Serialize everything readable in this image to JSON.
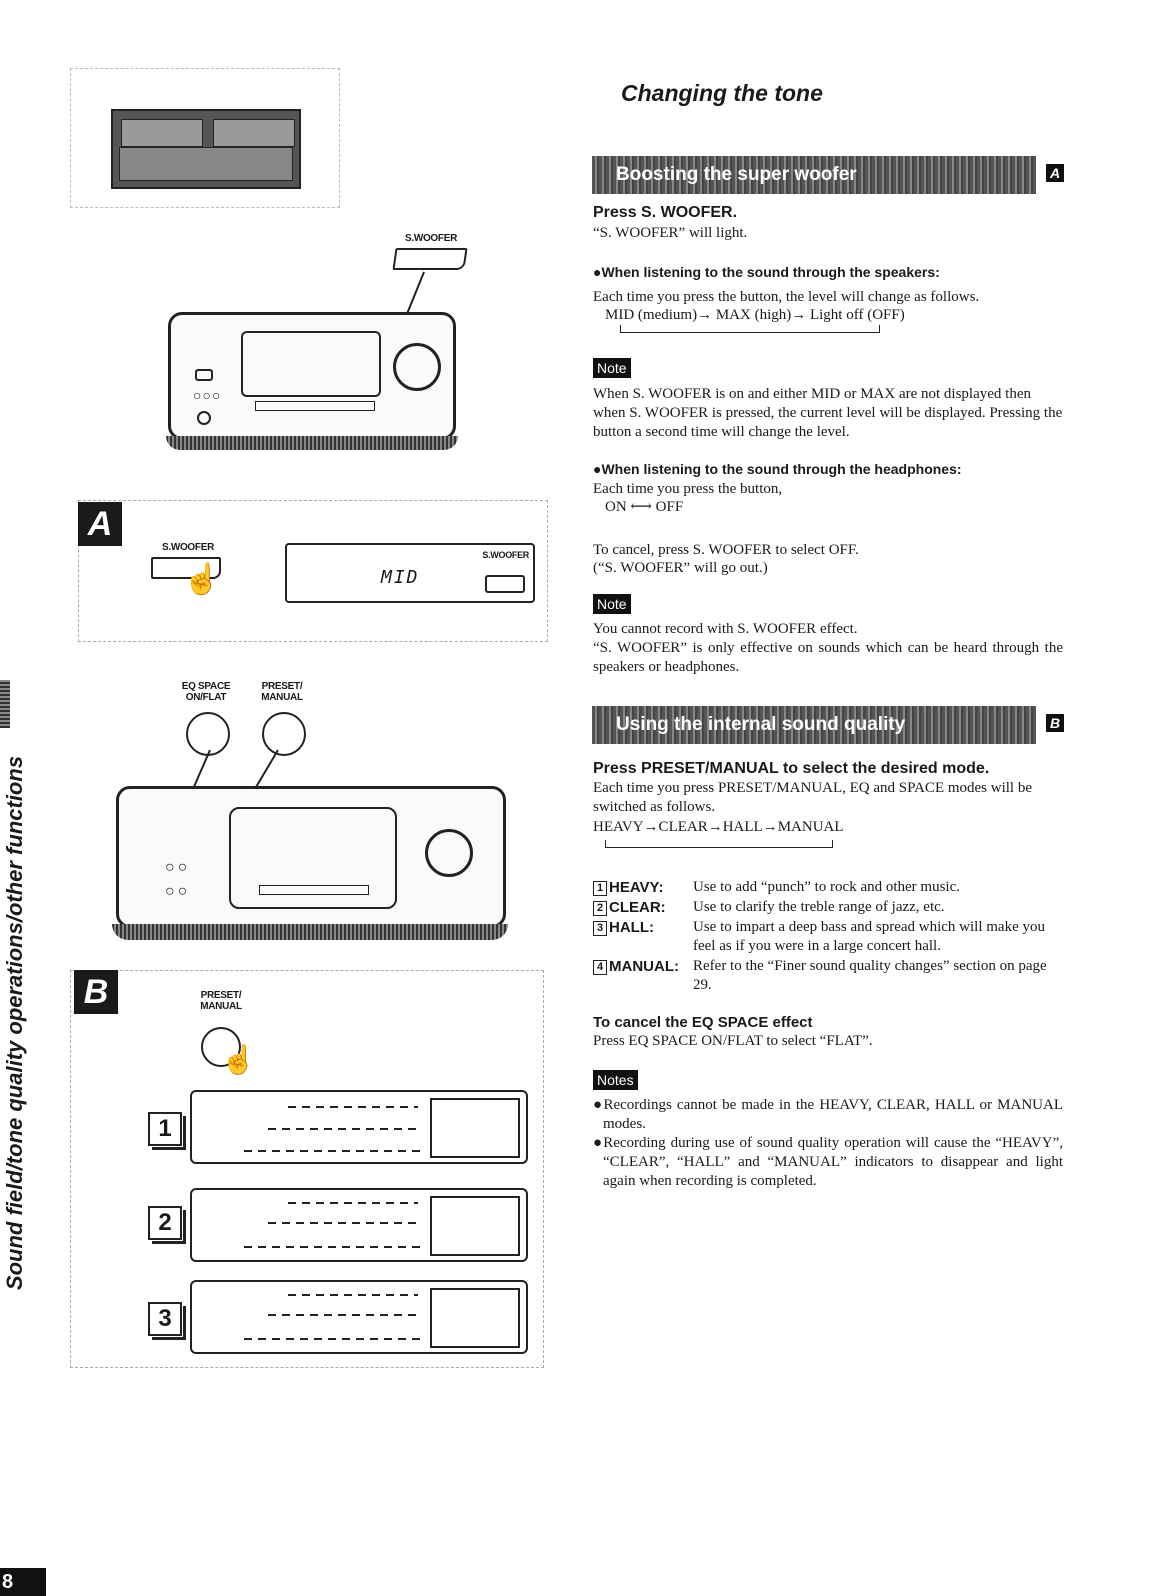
{
  "left": {
    "woofer_label": "S.WOOFER",
    "callout_a": {
      "badge": "A",
      "button_label": "S.WOOFER",
      "display_text": "MID",
      "display_indicator": "S.WOOFER"
    },
    "eq_label": "EQ SPACE ON/FLAT",
    "preset_label": "PRESET/ MANUAL",
    "callout_b": {
      "badge": "B",
      "button_label": "PRESET/ MANUAL",
      "steps": [
        "1",
        "2",
        "3"
      ]
    },
    "side_text": "Sound field/tone quality operations/other functions",
    "page_number": "8"
  },
  "main": {
    "title": "Changing the tone",
    "section_a": {
      "banner": "Boosting the super woofer",
      "letter": "A",
      "press": "Press S. WOOFER.",
      "press_sub": "“S. WOOFER” will light.",
      "speakers_heading": "●When listening to the sound through the speakers:",
      "speakers_text": "Each time you press the button, the level will change as follows.",
      "speakers_seq": "MID (medium)→ MAX (high)→ Light off (OFF)",
      "note1_tag": "Note",
      "note1_text": "When S. WOOFER is on and either MID or MAX are not displayed then when S. WOOFER is pressed, the current level will be displayed. Pressing the button a second time will change the level.",
      "headphones_heading": "●When listening to the sound through the headphones:",
      "headphones_text": "Each time you press the button,",
      "headphones_seq": "ON ⟷ OFF",
      "cancel_text": "To cancel, press S. WOOFER to select OFF.",
      "cancel_sub": "(“S. WOOFER” will go out.)",
      "note2_tag": "Note",
      "note2_line1": "You cannot record with S. WOOFER effect.",
      "note2_line2": "“S. WOOFER” is only effective on sounds which can be heard through the speakers or headphones."
    },
    "section_b": {
      "banner": "Using the internal sound quality",
      "letter": "B",
      "press": "Press PRESET/MANUAL to select the desired mode.",
      "press_text": "Each time you press PRESET/MANUAL, EQ and SPACE modes will be switched as follows.",
      "seq": "HEAVY→CLEAR→HALL→MANUAL",
      "modes": [
        {
          "num": "1",
          "name": "HEAVY:",
          "desc": "Use to add “punch” to rock and other music."
        },
        {
          "num": "2",
          "name": "CLEAR:",
          "desc": "Use to clarify the treble range of jazz, etc."
        },
        {
          "num": "3",
          "name": "HALL:",
          "desc": "Use to impart a deep bass and spread which will make you feel as if you were in a large concert hall."
        },
        {
          "num": "4",
          "name": "MANUAL:",
          "desc": "Refer to the “Finer sound quality changes” section on page 29."
        }
      ],
      "cancel_heading": "To cancel the EQ SPACE effect",
      "cancel_text": "Press EQ SPACE ON/FLAT to select “FLAT”.",
      "notes_tag": "Notes",
      "notes": [
        "●Recordings cannot be made in the HEAVY, CLEAR, HALL or MANUAL modes.",
        "●Recording during use of sound quality operation will cause the “HEAVY”, “CLEAR”, “HALL” and “MANUAL” indicators to disappear and light again when recording is completed."
      ]
    }
  }
}
